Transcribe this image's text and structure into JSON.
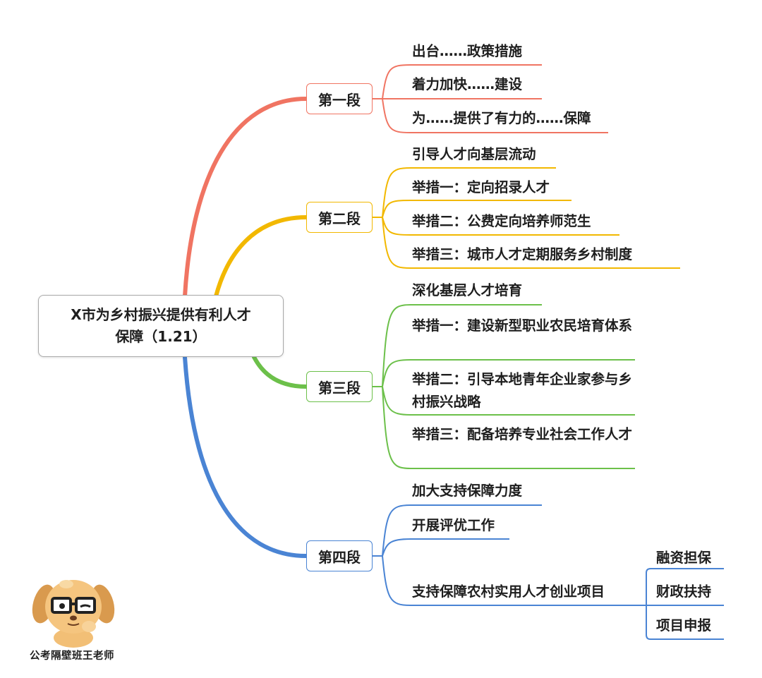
{
  "colors": {
    "seg1": "#f07462",
    "seg2": "#f2b800",
    "seg3": "#6cc04a",
    "seg4": "#4a84d4"
  },
  "root": {
    "line1": "X市为乡村振兴提供有利人才",
    "line2": "保障（1.21）"
  },
  "segments": [
    {
      "label": "第一段",
      "items": [
        "出台……政策措施",
        "着力加快……建设",
        "为……提供了有力的……保障"
      ]
    },
    {
      "label": "第二段",
      "items": [
        "引导人才向基层流动",
        "举措一：定向招录人才",
        "举措二：公费定向培养师范生",
        "举措三：城市人才定期服务乡村制度"
      ]
    },
    {
      "label": "第三段",
      "items": [
        "深化基层人才培育",
        "举措一：建设新型职业农民培育体系",
        "举措二：引导本地青年企业家参与乡村振兴战略",
        "举措三：配备培养专业社会工作人才"
      ]
    },
    {
      "label": "第四段",
      "items": [
        "加大支持保障力度",
        "开展评优工作",
        "支持保障农村实用人才创业项目"
      ],
      "sub_items": [
        "融资担保",
        "财政扶持",
        "项目申报"
      ]
    }
  ],
  "watermark": {
    "caption": "公考隔壁班王老师",
    "icon": "cartoon-dog-with-glasses-icon"
  }
}
